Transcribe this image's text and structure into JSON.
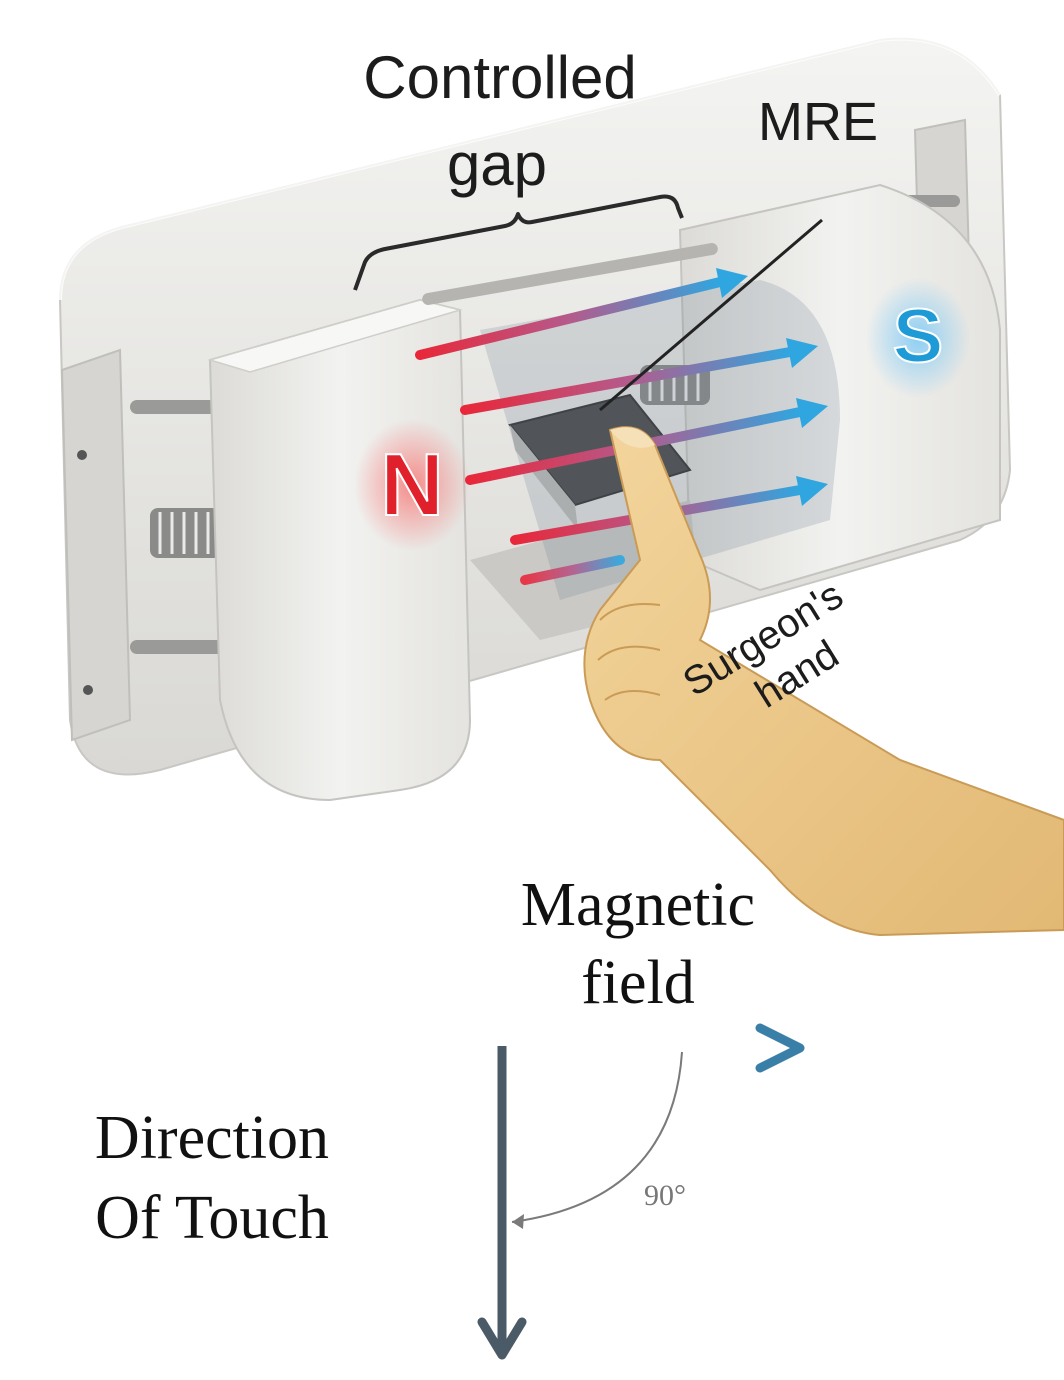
{
  "labels": {
    "controlled_gap_line1": "Controlled",
    "controlled_gap_line2": "gap",
    "mre": "MRE",
    "north_pole": "N",
    "south_pole": "S",
    "surgeon_hand_line1": "Surgeon's",
    "surgeon_hand_line2": "hand",
    "magnetic_field_line1": "Magnetic",
    "magnetic_field_line2": "field",
    "direction_line1": "Direction",
    "direction_line2": "Of Touch",
    "angle": "90°"
  },
  "colors": {
    "north_red": "#e0202a",
    "south_blue": "#1e9ad6",
    "field_arrow_blue": "#3a7fa8",
    "touch_arrow_slate": "#4a5a66",
    "housing_light": "#ededeb",
    "housing_shadow": "#cfceca",
    "mre_pad": "#4a4a4a",
    "hand_skin": "#ecc98a"
  }
}
